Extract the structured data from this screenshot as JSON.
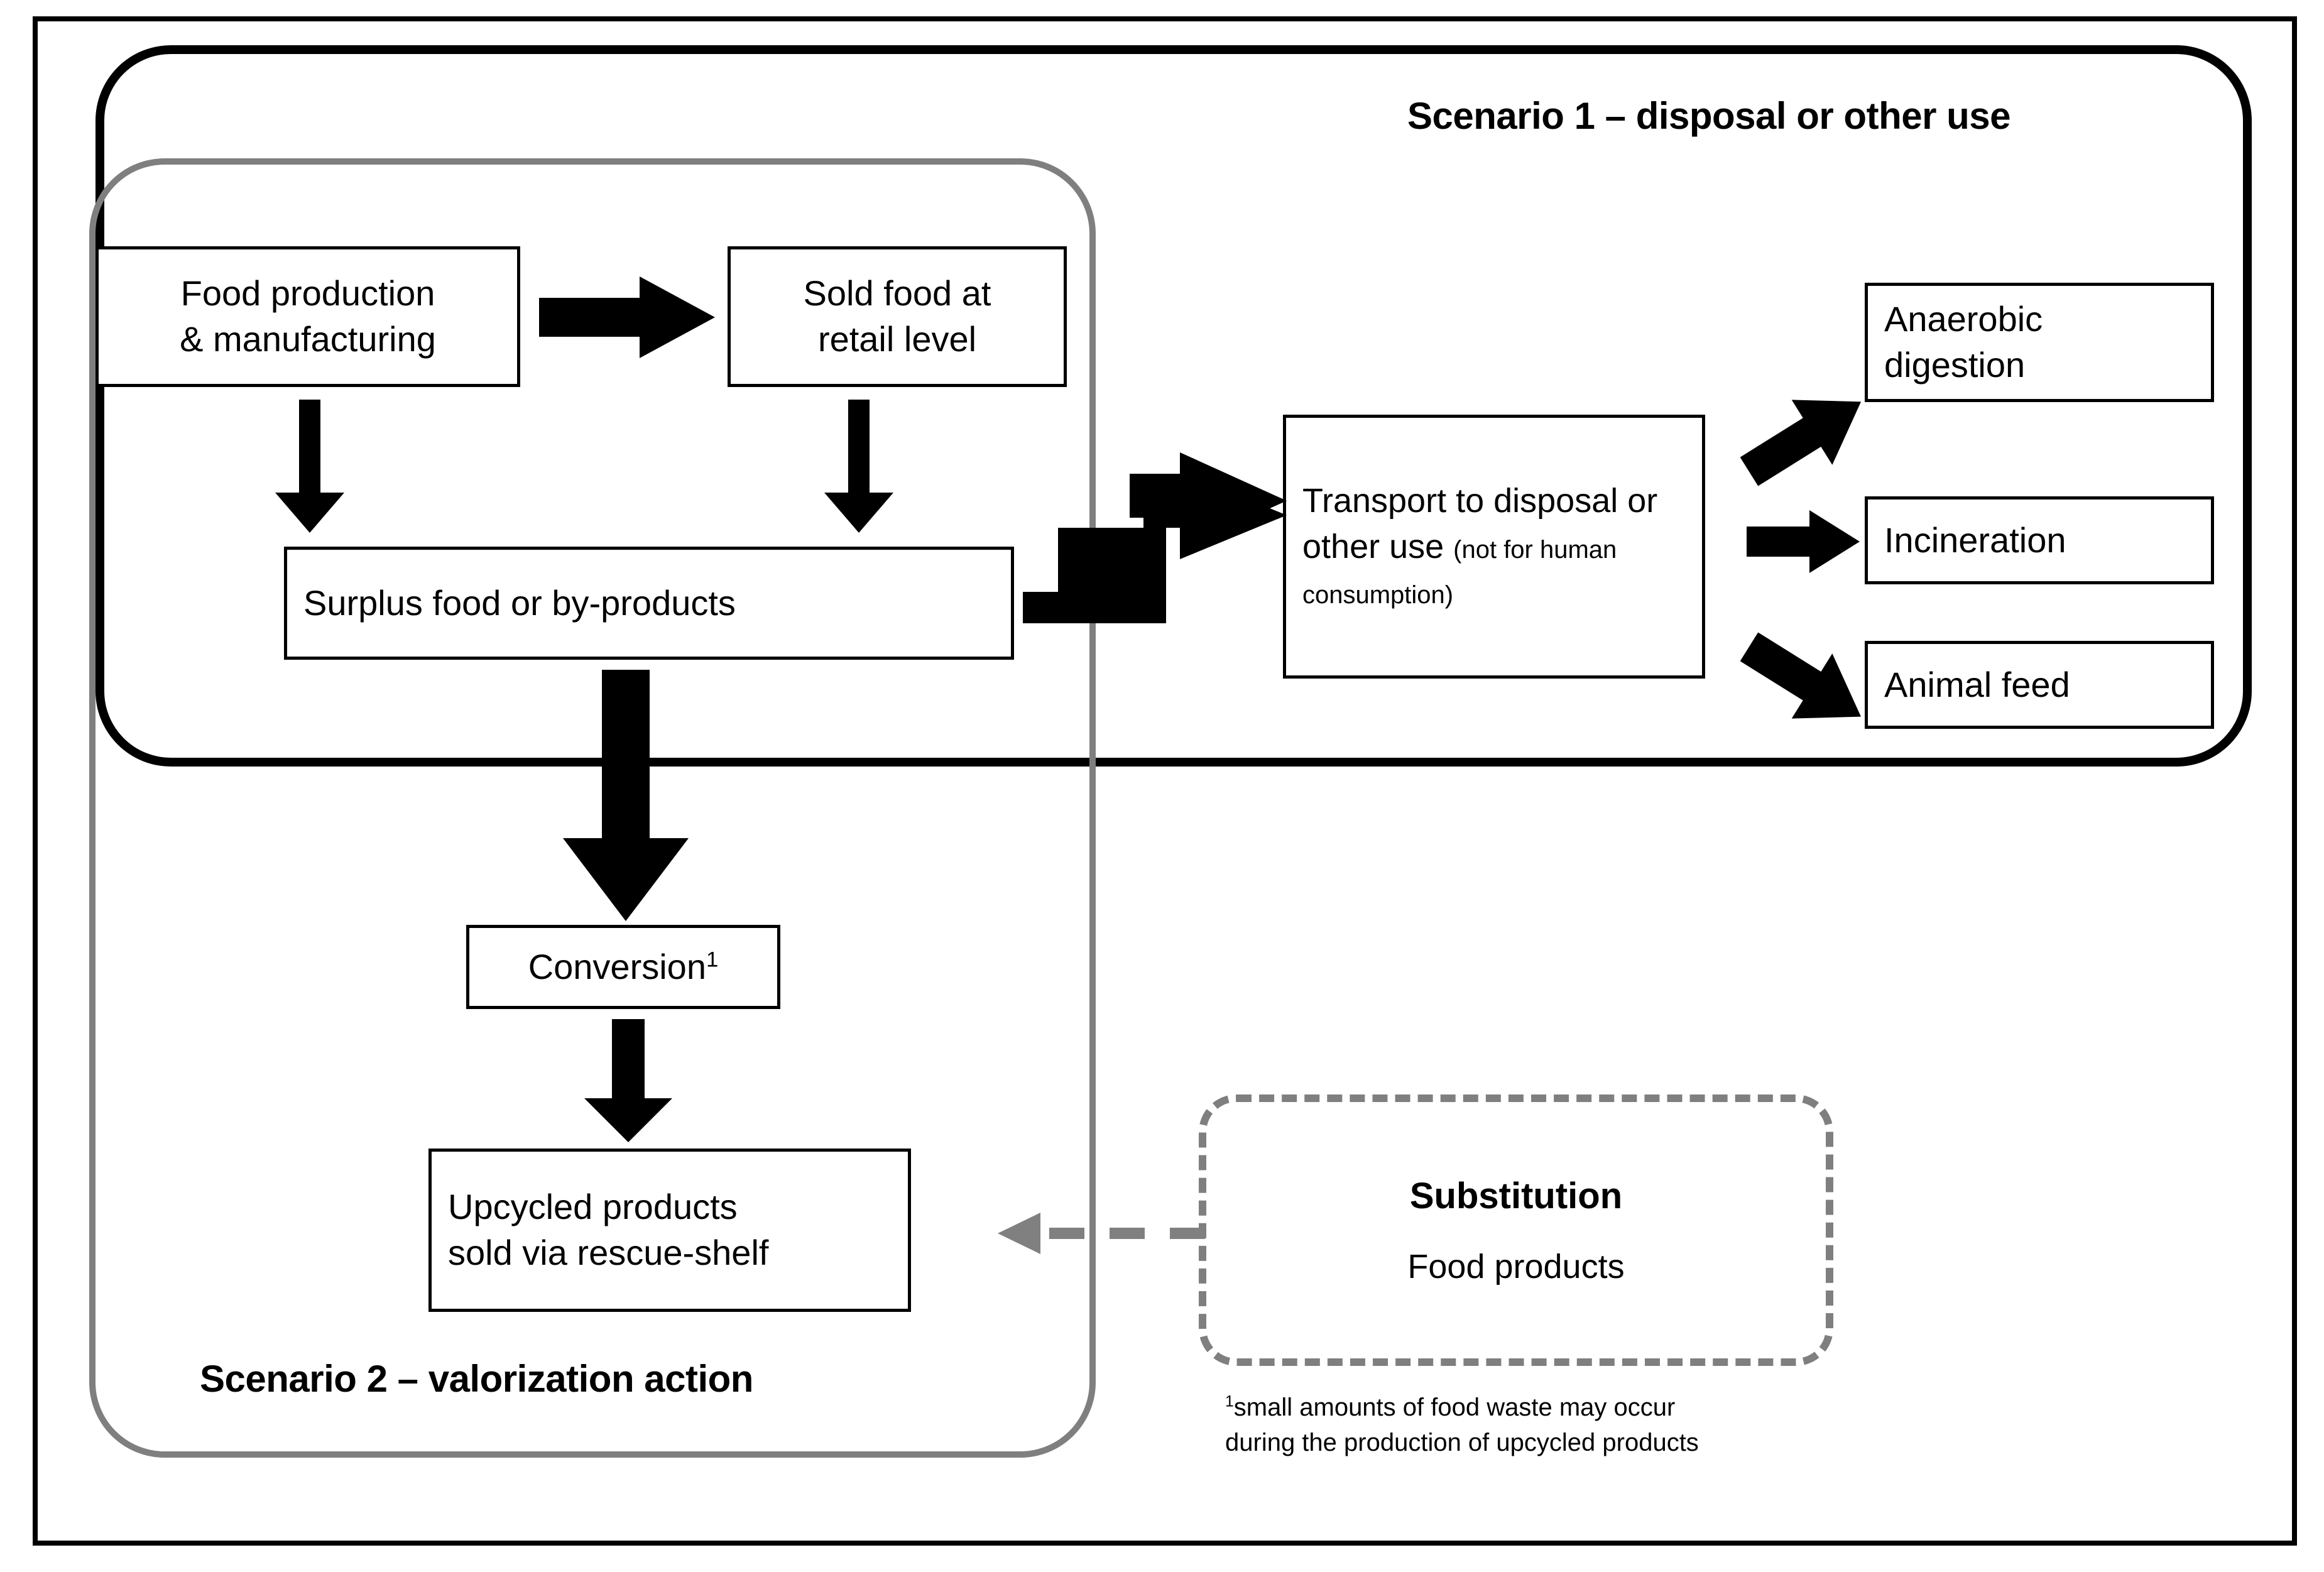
{
  "figure": {
    "type": "flow-diagram",
    "title_not_shown": "",
    "scenarios": [
      {
        "id": "scenario-1",
        "label": "Scenario 1 – disposal or other use",
        "border_color": "#000000",
        "style": "solid rounded"
      },
      {
        "id": "scenario-2",
        "label": "Scenario 2 – valorization action",
        "border_color": "#7f7f7f",
        "style": "solid rounded"
      }
    ]
  },
  "boxes": {
    "food_production": {
      "line1": "Food production",
      "line2": "& manufacturing"
    },
    "sold_food": {
      "line1": "Sold food at",
      "line2": "retail level"
    },
    "surplus": {
      "text": "Surplus food or by-products"
    },
    "transport": {
      "main": "Transport to disposal or other use ",
      "note": "(not for human consumption)"
    },
    "anaerobic": {
      "line1": "Anaerobic",
      "line2": "digestion"
    },
    "incineration": {
      "text": "Incineration"
    },
    "animal_feed": {
      "text": "Animal feed"
    },
    "conversion": {
      "text": "Conversion",
      "superscript": "1"
    },
    "upcycled": {
      "line1": "Upcycled products",
      "line2": "sold via rescue-shelf"
    }
  },
  "substitution": {
    "title": "Substitution",
    "subtitle": "Food products",
    "border_color": "#7f7f7f",
    "border_style": "dashed"
  },
  "footnote": {
    "marker": "1",
    "line1": "small amounts of food waste may occur",
    "line2": "during the production of upcycled products"
  },
  "arrows": [
    {
      "name": "food-production-to-sold-food",
      "direction": "right",
      "style": "block-solid",
      "color": "#000000"
    },
    {
      "name": "food-production-to-surplus",
      "direction": "down",
      "style": "thin-solid",
      "color": "#000000"
    },
    {
      "name": "sold-food-to-surplus",
      "direction": "down",
      "style": "thin-solid",
      "color": "#000000"
    },
    {
      "name": "surplus-to-transport",
      "direction": "right-elbow-up",
      "style": "block-solid",
      "color": "#000000"
    },
    {
      "name": "transport-to-anaerobic",
      "direction": "up-right",
      "style": "block-solid",
      "color": "#000000"
    },
    {
      "name": "transport-to-incineration",
      "direction": "right",
      "style": "block-solid",
      "color": "#000000"
    },
    {
      "name": "transport-to-animal-feed",
      "direction": "down-right",
      "style": "block-solid",
      "color": "#000000"
    },
    {
      "name": "surplus-to-conversion",
      "direction": "down",
      "style": "block-solid-large",
      "color": "#000000"
    },
    {
      "name": "conversion-to-upcycled",
      "direction": "down",
      "style": "block-solid",
      "color": "#000000"
    },
    {
      "name": "substitution-to-upcycled",
      "direction": "left",
      "style": "dashed",
      "color": "#808080"
    }
  ],
  "colors": {
    "ink": "#000000",
    "gray_border": "#7f7f7f",
    "dashed_arrow": "#808080",
    "background": "#ffffff"
  }
}
